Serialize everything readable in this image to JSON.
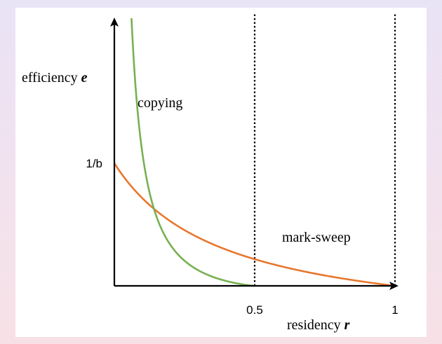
{
  "chart_data": {
    "type": "line",
    "ylabel": {
      "text": "efficiency",
      "symbol": "e"
    },
    "xlabel": {
      "text": "residency",
      "symbol": "r"
    },
    "x_ticks": [
      {
        "value": 0.5,
        "label": "0.5"
      },
      {
        "value": 1.0,
        "label": "1"
      }
    ],
    "y_ticks": [
      {
        "value": 1.0,
        "label": "1/b"
      }
    ],
    "xlim": [
      0,
      1.0
    ],
    "ylim": [
      0,
      2.1
    ],
    "vlines": [
      {
        "x": 0.5,
        "style": "dotted"
      },
      {
        "x": 1.0,
        "style": "dotted"
      }
    ],
    "grid": false,
    "series": [
      {
        "name": "copying",
        "color": "#77b152",
        "curve": "copying",
        "x_start": 0.032,
        "x_end": 0.5
      },
      {
        "name": "mark-sweep",
        "color": "#e8772e",
        "curve": "mark-sweep",
        "x_start": 0.0,
        "x_end": 1.0
      }
    ]
  }
}
